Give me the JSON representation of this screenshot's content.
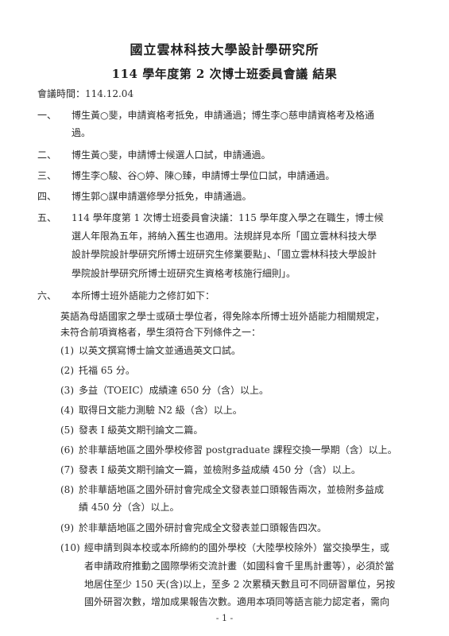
{
  "header": {
    "title": "國立雲林科技大學設計學研究所",
    "subtitle": "114 學年度第 2 次博士班委員會議 結果",
    "meeting_time": "會議時間：114.12.04"
  },
  "items": [
    {
      "number": "一、",
      "lines": [
        "博生黃○斐，申請資格考抵免，申請通過；博生李○慈申請資格考及格通",
        "過。"
      ]
    },
    {
      "number": "二、",
      "lines": [
        "博生黃○斐，申請博士候選人口試，申請通過。"
      ]
    },
    {
      "number": "三、",
      "lines": [
        "博生李○駿、谷○婷、陳○臻，申請博士學位口試，申請通過。"
      ]
    },
    {
      "number": "四、",
      "lines": [
        "博生郭○謀申請選修學分抵免，申請通過。"
      ]
    },
    {
      "number": "五、",
      "lines": [
        "114 學年度第 1 次博士班委員會決議：115 學年度入學之在職生，博士候",
        "選人年限為五年，將納入舊生也適用。法規詳見本所「國立雲林科技大學",
        "設計學院設計學研究所博士班研究生修業要點」、「國立雲林科技大學設計",
        "學院設計學研究所博士班研究生資格考核施行細則」。"
      ]
    },
    {
      "number": "六、",
      "lines": [
        "本所博士班外語能力之修訂如下："
      ]
    }
  ],
  "intro": [
    "英語為母語國家之學士或碩士學位者，得免除本所博士班外語能力相關規定，",
    "未符合前項資格者，學生須符合下列條件之一："
  ],
  "conditions": [
    {
      "number": "(1)",
      "lines": [
        "以英文撰寫博士論文並通過英文口試。"
      ]
    },
    {
      "number": "(2)",
      "lines": [
        "托福 65 分。"
      ]
    },
    {
      "number": "(3)",
      "lines": [
        "多益（TOEIC）成績達 650 分（含）以上。"
      ]
    },
    {
      "number": "(4)",
      "lines": [
        "取得日文能力測驗 N2 級（含）以上。"
      ]
    },
    {
      "number": "(5)",
      "lines": [
        "發表 I 級英文期刊論文二篇。"
      ]
    },
    {
      "number": "(6)",
      "lines": [
        "於非華語地區之國外學校修習 postgraduate 課程交換一學期（含）以上。"
      ]
    },
    {
      "number": "(7)",
      "lines": [
        "發表 I 級英文期刊論文一篇，並檢附多益成績 450 分（含）以上。"
      ]
    },
    {
      "number": "(8)",
      "lines": [
        "於非華語地區之國外研討會完成全文發表並口頭報告兩次，並檢附多益成",
        "績 450 分（含）以上。"
      ]
    },
    {
      "number": "(9)",
      "lines": [
        "於非華語地區之國外研討會完成全文發表並口頭報告四次。"
      ]
    },
    {
      "number": "(10)",
      "lines": [
        "經申請到與本校或本所締約的國外學校（大陸學校除外）當交換學生，或",
        "者申請政府推動之國際學術交流計畫（如國科會千里馬計畫等），必須於當",
        "地居住至少 150 天(含)以上，至多 2 次累積天數且可不同研習單位，另按",
        "國外研習次數，增加成果報告次數。適用本項同等語言能力認定者，需向"
      ]
    }
  ],
  "footer": {
    "page_number": "- 1 -"
  }
}
